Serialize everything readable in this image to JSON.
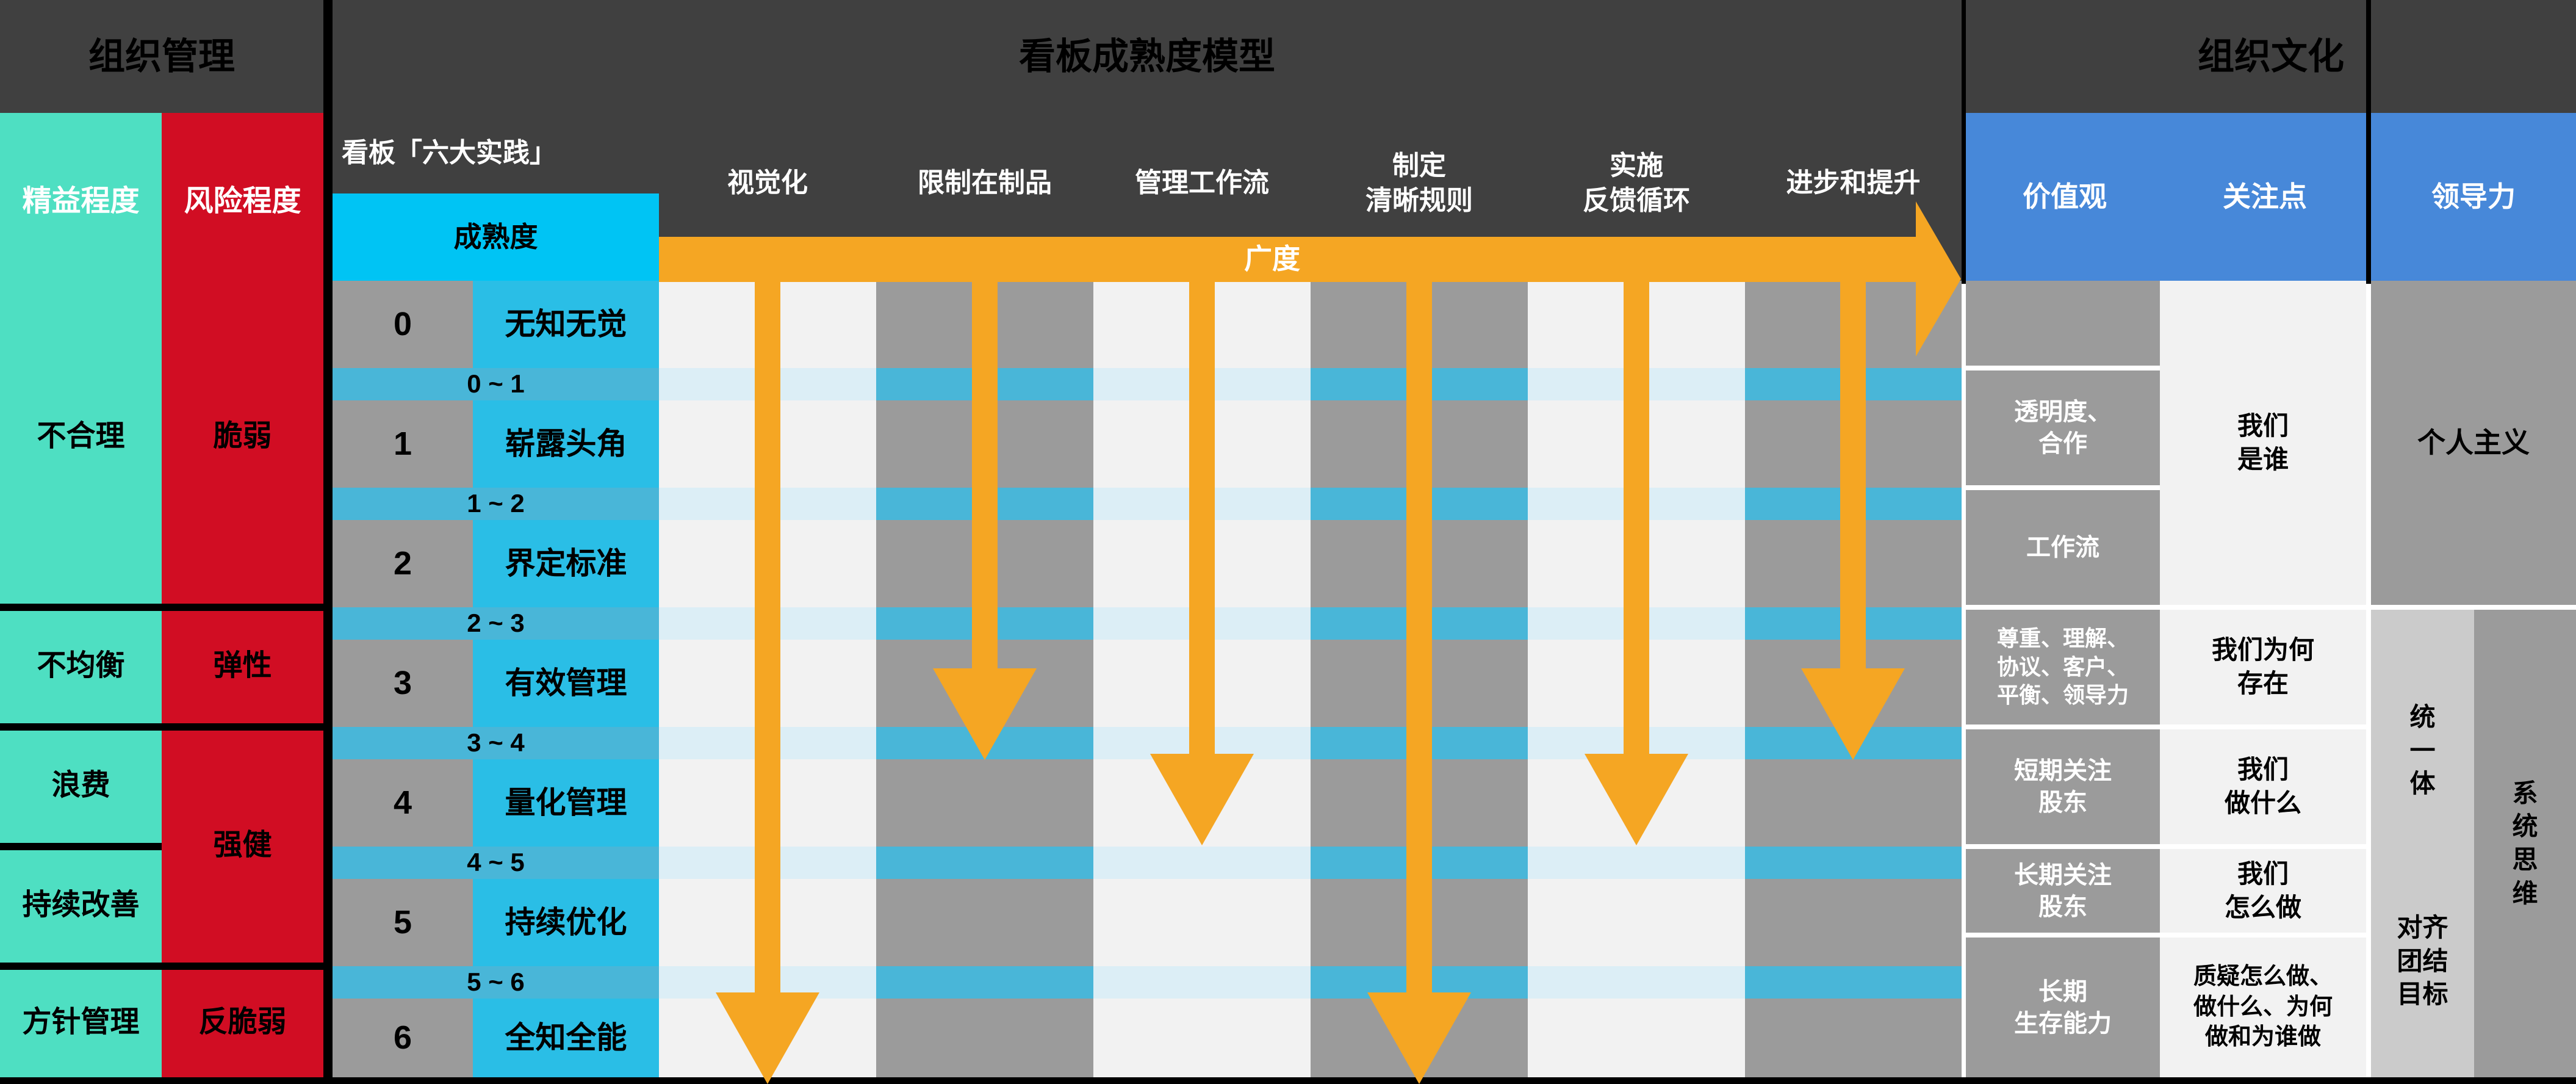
{
  "colors": {
    "header_dark": "#404040",
    "lean_teal": "#4EDFC2",
    "risk_red": "#D10D23",
    "maturity_cyan_header": "#00C4F4",
    "maturity_cyan_cell": "#2ABEE6",
    "transition_blue": "#49B6D8",
    "transition_light_blue": "#DCEEF6",
    "grid_light": "#F2F2F2",
    "grid_gray": "#9B9B9B",
    "arrow_orange": "#F5A623",
    "culture_blue": "#4788D9",
    "leadership_light_gray": "#CBCBCB"
  },
  "left": {
    "header": "组织管理",
    "lean": {
      "label": "精益程度",
      "cells": [
        "不合理",
        "不均衡",
        "浪费",
        "持续改善",
        "方针管理"
      ]
    },
    "risk": {
      "label": "风险程度",
      "cells": [
        "脆弱",
        "弹性",
        "强健",
        "反脆弱"
      ]
    }
  },
  "middle": {
    "header": "看板成熟度模型",
    "practices_label": "看板「六大实践」",
    "maturity_label": "成熟度",
    "breadth_label": "广度",
    "practices": [
      "视觉化",
      "限制在制品",
      "管理工作流",
      "制定\n清晰规则",
      "实施\n反馈循环",
      "进步和提升"
    ],
    "levels": [
      {
        "num": "0",
        "label": "无知无觉"
      },
      {
        "num": "1",
        "label": "崭露头角"
      },
      {
        "num": "2",
        "label": "界定标准"
      },
      {
        "num": "3",
        "label": "有效管理"
      },
      {
        "num": "4",
        "label": "量化管理"
      },
      {
        "num": "5",
        "label": "持续优化"
      },
      {
        "num": "6",
        "label": "全知全能"
      }
    ],
    "transitions": [
      "0 ~ 1",
      "1 ~ 2",
      "2 ~ 3",
      "3 ~ 4",
      "4 ~ 5",
      "5 ~ 6"
    ]
  },
  "right": {
    "header": "组织文化",
    "column_headers": [
      "价值观",
      "关注点",
      "领导力"
    ],
    "values_cells": [
      "透明度、\n合作",
      "工作流",
      "尊重、理解、\n协议、客户、\n平衡、领导力",
      "短期关注\n股东",
      "长期关注\n股东",
      "长期\n生存能力"
    ],
    "focus_cells": [
      "我们\n是谁",
      "我们为何\n存在",
      "我们\n做什么",
      "我们\n怎么做",
      "质疑怎么做、\n做什么、为何\n做和为谁做"
    ],
    "leadership_cells": {
      "individualism": "个人主义",
      "unity": "统\n一\n体",
      "aligned_goal": "对齐\n团结\n目标",
      "systems_thinking": "系\n统\n思\n维"
    }
  }
}
